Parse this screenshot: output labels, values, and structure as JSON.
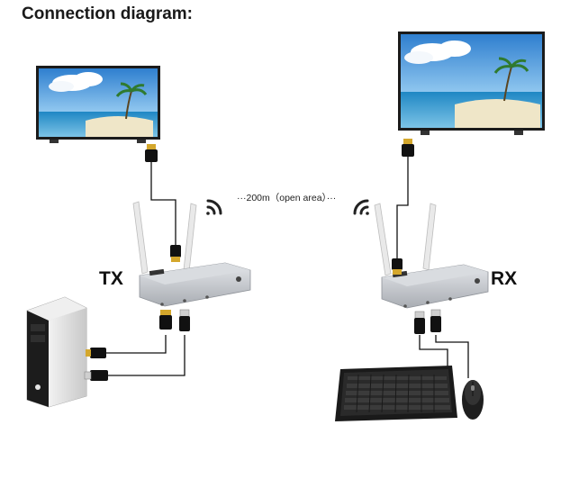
{
  "title": "Connection diagram:",
  "devices": {
    "transmitter_label": "TX",
    "receiver_label": "RX"
  },
  "link": {
    "distance_text": "···200m（open area）···"
  },
  "colors": {
    "sky_top": "#3f8fd6",
    "sky_bottom": "#cfe6f7",
    "sea": "#2b8fc9",
    "sand": "#efe6c8",
    "device_body": "#c9ccd1",
    "cable": "#111111",
    "hdmi_gold": "#d4a72c"
  },
  "icons": {
    "tx_signal": "wifi-signal-icon",
    "rx_signal": "wifi-signal-icon"
  }
}
